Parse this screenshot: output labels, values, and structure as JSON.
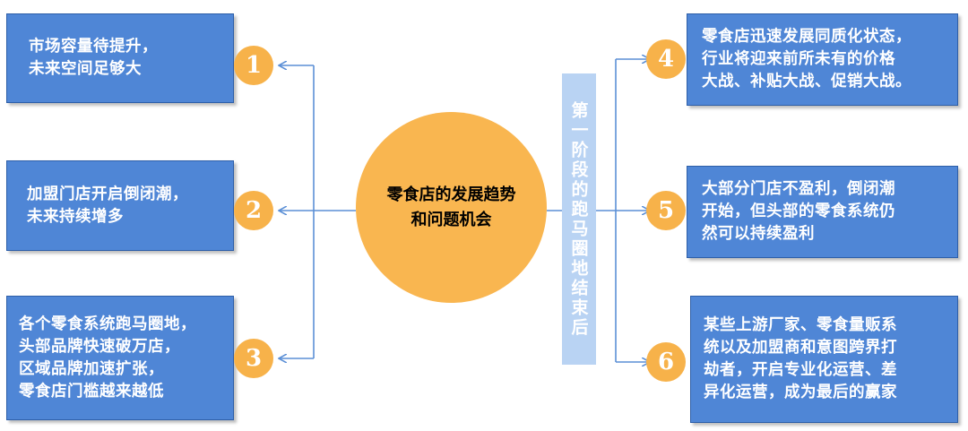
{
  "center": {
    "title": "零食店的发展趋势\n和问题机会"
  },
  "stage_label": "第一阶段的跑马圈地结束后",
  "items": [
    {
      "number": "1",
      "text": "市场容量待提升，\n未来空间足够大"
    },
    {
      "number": "2",
      "text": "加盟门店开启倒闭潮，\n未来持续增多"
    },
    {
      "number": "3",
      "text": "各个零食系统跑马圈地，\n头部品牌快速破万店，\n区域品牌加速扩张，\n零食店门槛越来越低"
    },
    {
      "number": "4",
      "text": "零食店迅速发展同质化状态，\n行业将迎来前所未有的价格\n大战、补贴大战、促销大战。"
    },
    {
      "number": "5",
      "text": "大部分门店不盈利，倒闭潮\n开始，但头部的零食系统仍\n然可以持续盈利"
    },
    {
      "number": "6",
      "text": "某些上游厂家、零食量贩系\n统以及加盟商和意图跨界打\n劫者，开启专业化运营、差\n异化运营，成为最后的赢家"
    }
  ],
  "colors": {
    "box_fill": "#4f86d6",
    "badge_fill": "#f7b24a",
    "center_fill": "#f9b650",
    "stage_fill": "#b9d3f3",
    "connector": "#5b8fd6"
  }
}
